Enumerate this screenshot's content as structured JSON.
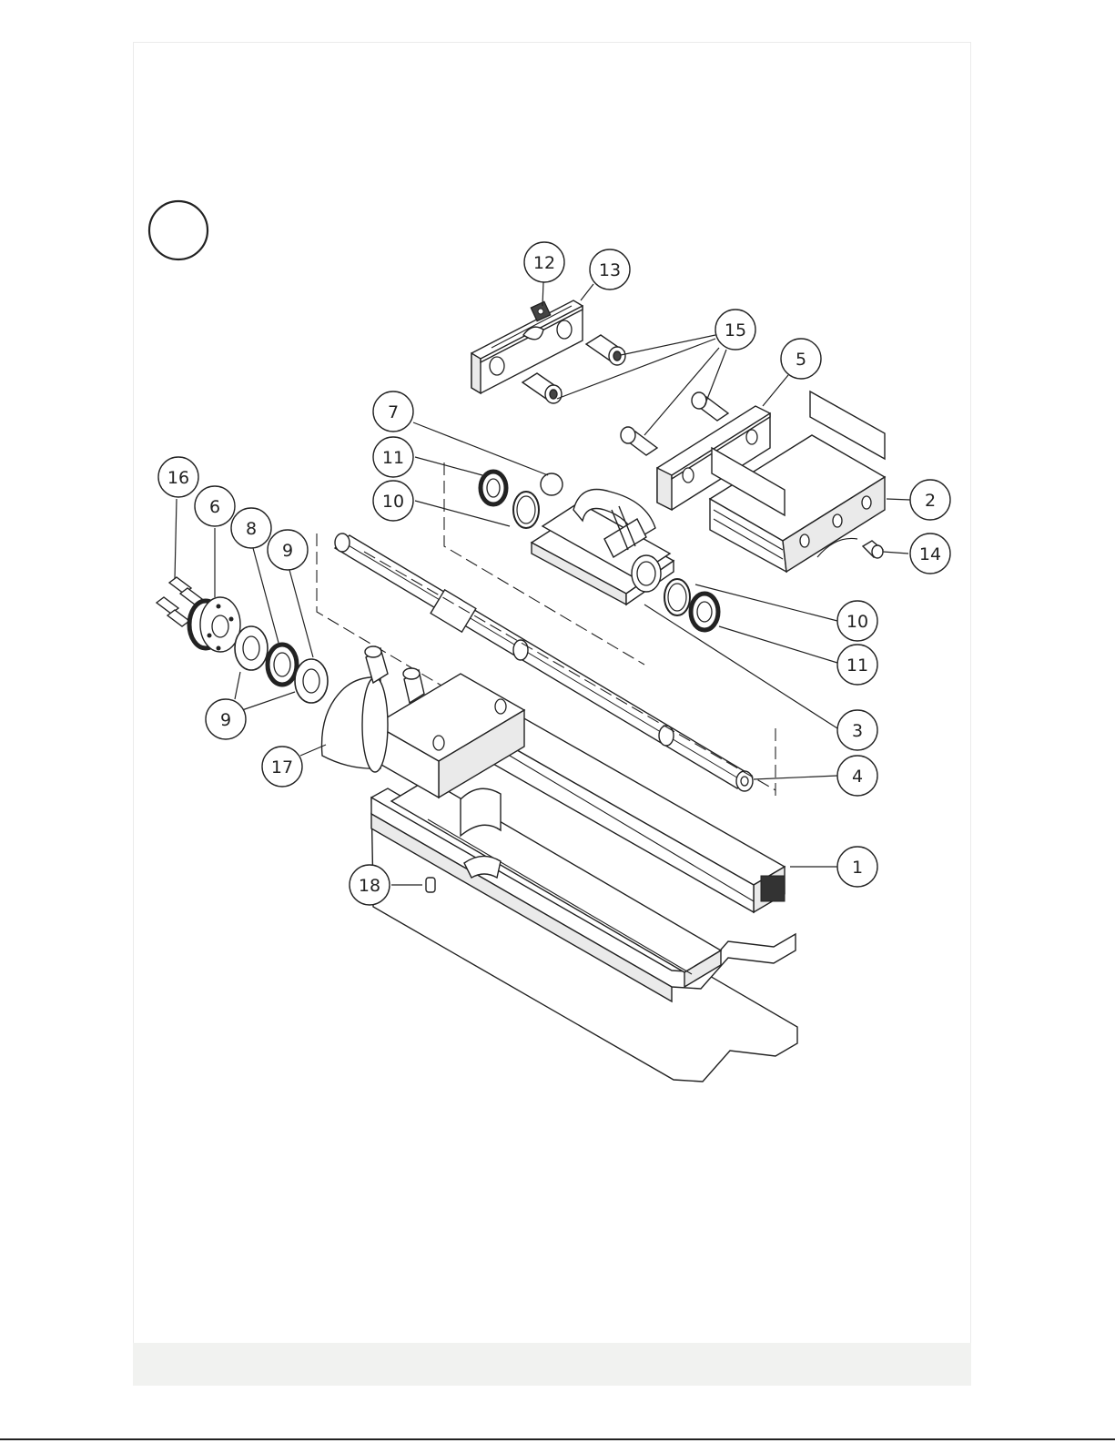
{
  "diagram": {
    "type": "exploded-assembly",
    "callouts": [
      {
        "id": "c12",
        "label": "12"
      },
      {
        "id": "c13",
        "label": "13"
      },
      {
        "id": "c15",
        "label": "15"
      },
      {
        "id": "c5",
        "label": "5"
      },
      {
        "id": "c7",
        "label": "7"
      },
      {
        "id": "c11a",
        "label": "11"
      },
      {
        "id": "c10a",
        "label": "10"
      },
      {
        "id": "c2",
        "label": "2"
      },
      {
        "id": "c16",
        "label": "16"
      },
      {
        "id": "c6",
        "label": "6"
      },
      {
        "id": "c8",
        "label": "8"
      },
      {
        "id": "c9a",
        "label": "9"
      },
      {
        "id": "c14",
        "label": "14"
      },
      {
        "id": "c10b",
        "label": "10"
      },
      {
        "id": "c11b",
        "label": "11"
      },
      {
        "id": "c9b",
        "label": "9"
      },
      {
        "id": "c3",
        "label": "3"
      },
      {
        "id": "c17",
        "label": "17"
      },
      {
        "id": "c4",
        "label": "4"
      },
      {
        "id": "c1",
        "label": "1"
      },
      {
        "id": "c18",
        "label": "18"
      }
    ]
  },
  "colors": {
    "ink": "#222222",
    "footer": "#f1f2f0",
    "page": "#ffffff"
  }
}
